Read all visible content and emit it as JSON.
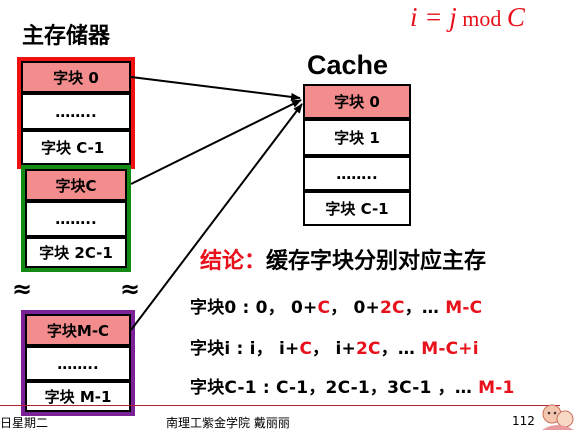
{
  "formula": {
    "lhs": "i",
    "eq": " = ",
    "j": "j",
    "mod": " mod ",
    "c": "C"
  },
  "memory": {
    "title": "主存储器",
    "groups": [
      {
        "color": "#ee1111",
        "cells": [
          "字块 0",
          "……..",
          "字块 C-1"
        ]
      },
      {
        "color": "#138a13",
        "cells": [
          "字块C",
          "……..",
          "字块 2C-1"
        ]
      },
      {
        "color": "#7a2296",
        "cells": [
          "字块M-C",
          "……..",
          "字块 M-1"
        ]
      }
    ],
    "gap_symbol": "≈"
  },
  "cache": {
    "title": "Cache",
    "cells": [
      "字块 0",
      "字块 1",
      "……..",
      "字块 C-1"
    ]
  },
  "conclusion": {
    "key": "结论：",
    "text": "缓存字块分别对应主存"
  },
  "mapping_lines": [
    {
      "parts": [
        {
          "t": "字块0 : 0，",
          "red": false
        },
        {
          "t": " 0+",
          "red": false
        },
        {
          "t": "C",
          "red": true
        },
        {
          "t": "，",
          "red": false
        },
        {
          "t": " 0+",
          "red": false
        },
        {
          "t": "2C",
          "red": true
        },
        {
          "t": "，… ",
          "red": false
        },
        {
          "t": "M-C",
          "red": true
        }
      ]
    },
    {
      "parts": [
        {
          "t": "字块i :  i，",
          "red": false
        },
        {
          "t": " i+",
          "red": false
        },
        {
          "t": "C",
          "red": true
        },
        {
          "t": "，",
          "red": false
        },
        {
          "t": " i+",
          "red": false
        },
        {
          "t": "2C",
          "red": true
        },
        {
          "t": "，… ",
          "red": false
        },
        {
          "t": "M-C+i",
          "red": true
        }
      ]
    },
    {
      "parts": [
        {
          "t": "字块C-1 : C-1，2C-1，3C-1 ，… ",
          "red": false
        },
        {
          "t": "M-1",
          "red": true
        }
      ]
    }
  ],
  "footer": {
    "left": "日星期二",
    "center": "南理工紫金学院   戴丽丽",
    "page": "112"
  }
}
